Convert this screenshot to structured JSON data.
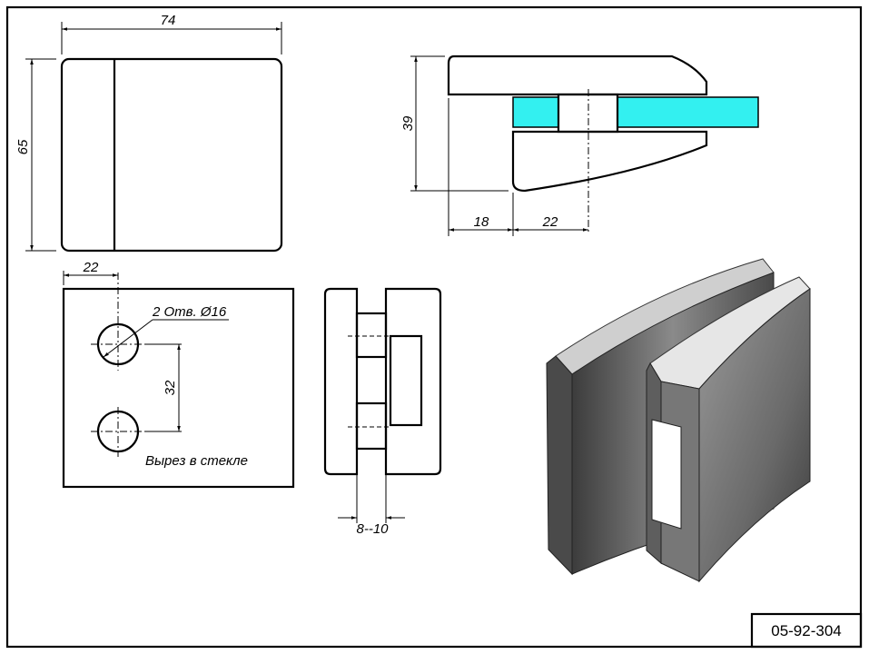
{
  "drawing": {
    "front_view": {
      "width_dim": "74",
      "height_dim": "65"
    },
    "side_view": {
      "height_dim": "39",
      "offset_dim": "18",
      "depth_dim": "22"
    },
    "glass_cutout": {
      "edge_dim": "22",
      "holes_label": "2 Отв. Ø16",
      "spacing_dim": "32",
      "caption": "Вырез в стекле"
    },
    "section_view": {
      "glass_thickness_dim": "8--10"
    },
    "title_block": {
      "code": "05-92-304"
    },
    "colors": {
      "glass": "#33f0f0",
      "body_dark": "#5a5a5a",
      "body_light": "#d8d8d8"
    }
  }
}
